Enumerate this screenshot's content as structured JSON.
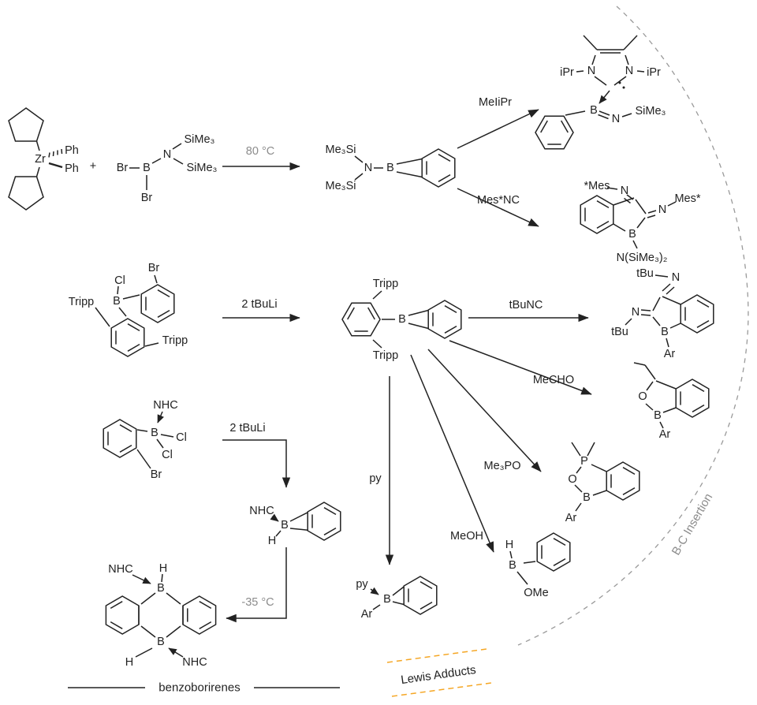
{
  "colors": {
    "boron": "#ee9b2e",
    "bond": "#222222",
    "condition_gray": "#8c8c8c",
    "accent_orange": "#f5a623",
    "arc_gray": "#9a9a9a"
  },
  "scheme1": {
    "zirconocene": {
      "zr": "Zr",
      "ph_top": "Ph",
      "ph_bottom": "Ph"
    },
    "plus": "+",
    "diboromide": {
      "br_left": "Br",
      "b": "B",
      "br_bottom": "Br",
      "n": "N",
      "sime3_top": "SiMe₃",
      "sime3_bottom": "SiMe₃"
    },
    "condition": "80 °C",
    "borirene": {
      "me3si_top": "Me₃Si",
      "me3si_bottom": "Me₃Si",
      "n": "N",
      "b": "B"
    },
    "nhc_route_label": "MeIiPr",
    "isocyanide_route_label": "Mes*NC",
    "nhc_adduct": {
      "ipr_left": "iPr",
      "n_left": "N",
      "n_right": "N",
      "ipr_right": "iPr",
      "b": "B",
      "n_imine": "N",
      "sime3": "SiMe₃"
    },
    "bisimine": {
      "mes_top": "*Mes",
      "n_top": "N",
      "n_right": "N",
      "mes_right": "Mes*",
      "b": "B",
      "amide": "N(SiMe₃)₂"
    }
  },
  "scheme2": {
    "precursor": {
      "br": "Br",
      "cl": "Cl",
      "b": "B",
      "tripp_left": "Tripp",
      "tripp_right": "Tripp"
    },
    "condition": "2 tBuLi",
    "borirene": {
      "tripp_top": "Tripp",
      "b": "B",
      "tripp_bottom": "Tripp"
    },
    "routes": {
      "tbunc": "tBuNC",
      "mecho": "MeCHO",
      "me3po": "Me₃PO",
      "meoh": "MeOH",
      "py": "py"
    },
    "tbunc_product": {
      "tbu_top": "tBu",
      "n_top": "N",
      "n_left": "N",
      "tbu_left": "tBu",
      "b": "B",
      "ar": "Ar"
    },
    "mecho_product": {
      "o": "O",
      "b": "B",
      "ar": "Ar"
    },
    "me3po_product": {
      "p": "P",
      "o": "O",
      "b": "B",
      "ar": "Ar"
    },
    "meoh_product": {
      "h": "H",
      "b": "B",
      "ome": "OMe"
    },
    "py_product": {
      "py": "py",
      "b": "B",
      "ar": "Ar"
    }
  },
  "scheme3": {
    "precursor": {
      "nhc": "NHC",
      "b": "B",
      "cl_right": "Cl",
      "cl_bottom": "Cl",
      "br": "Br"
    },
    "condition": "2 tBuLi",
    "borirene": {
      "nhc": "NHC",
      "b": "B",
      "h": "H"
    },
    "dimerization_condition": "-35 °C",
    "dimer": {
      "nhc_top": "NHC",
      "h_top": "H",
      "b_top": "B",
      "b_bottom": "B",
      "h_bottom": "H",
      "nhc_bottom": "NHC"
    }
  },
  "captions": {
    "benzoborirenes": "benzoborirenes",
    "lewis_adducts": "Lewis Adducts",
    "bc_insertion": "B-C Insertion"
  }
}
